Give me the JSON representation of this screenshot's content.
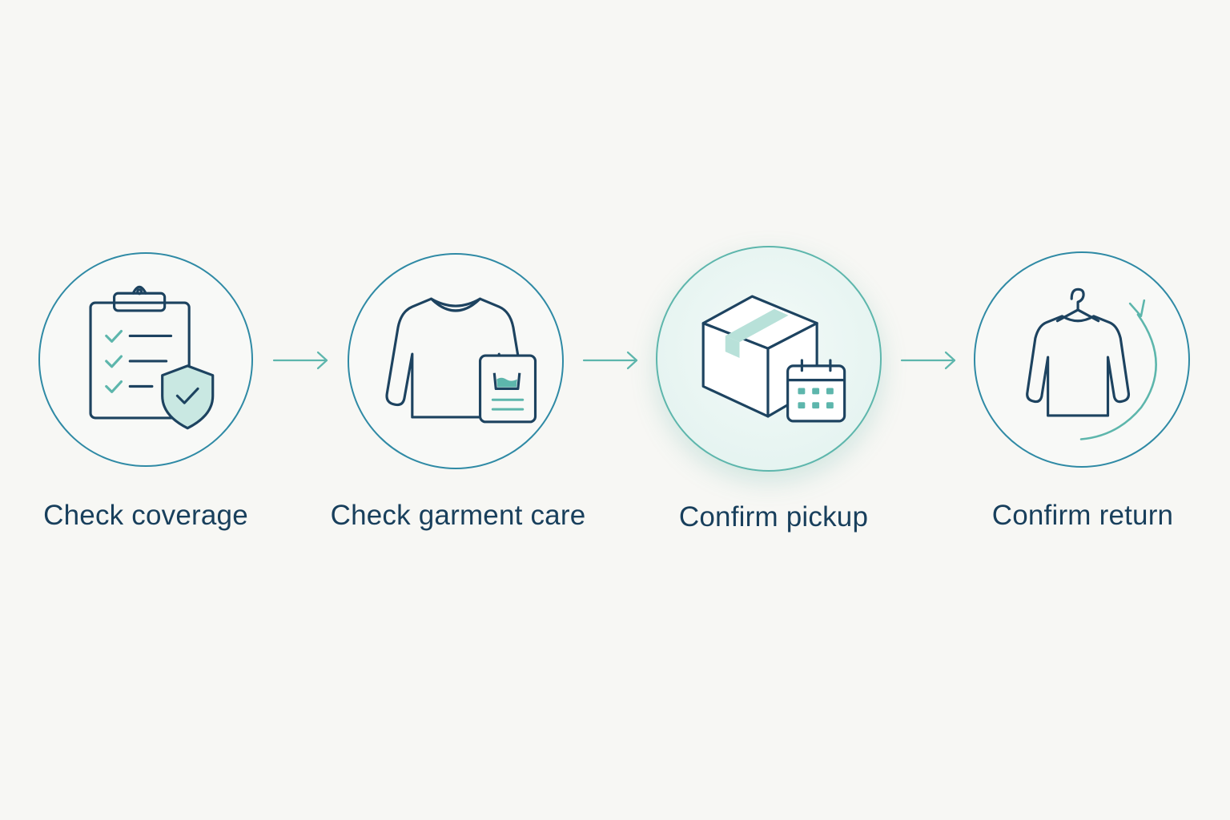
{
  "steps": [
    {
      "label": "Check coverage",
      "icon": "clipboard-shield-icon"
    },
    {
      "label": "Check garment care",
      "icon": "shirt-care-label-icon"
    },
    {
      "label": "Confirm pickup",
      "icon": "package-calendar-icon",
      "highlighted": true
    },
    {
      "label": "Confirm return",
      "icon": "shirt-hanger-return-icon"
    }
  ],
  "colors": {
    "background": "#f7f7f4",
    "circle_border": "#2f8aa5",
    "icon_stroke": "#1d4360",
    "accent": "#5db6ac",
    "label": "#183f5c"
  }
}
